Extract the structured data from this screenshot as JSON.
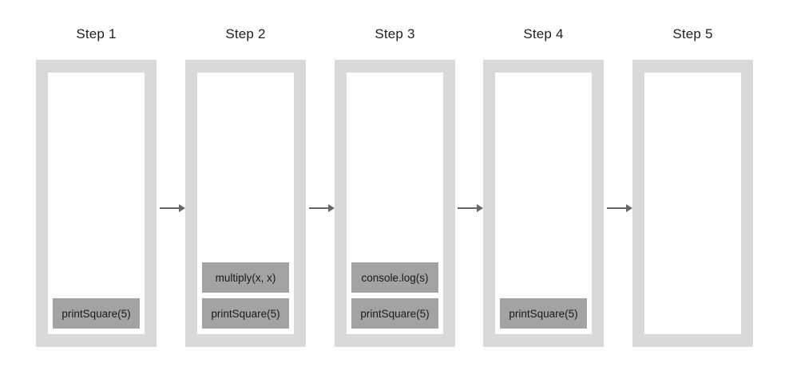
{
  "diagram": {
    "type": "call-stack-sequence",
    "background_color": "#ffffff",
    "frame_border_color": "#d9d9d9",
    "frame_interior_color": "#ffffff",
    "entry_color": "#a3a3a3",
    "text_color": "#202124",
    "arrow_color": "#666666",
    "arrow_label": "next-step-arrow",
    "steps": [
      {
        "title": "Step 1",
        "entries": [
          "printSquare(5)"
        ]
      },
      {
        "title": "Step 2",
        "entries": [
          "multiply(x, x)",
          "printSquare(5)"
        ]
      },
      {
        "title": "Step 3",
        "entries": [
          "console.log(s)",
          "printSquare(5)"
        ]
      },
      {
        "title": "Step 4",
        "entries": [
          "printSquare(5)"
        ]
      },
      {
        "title": "Step 5",
        "entries": []
      }
    ]
  }
}
